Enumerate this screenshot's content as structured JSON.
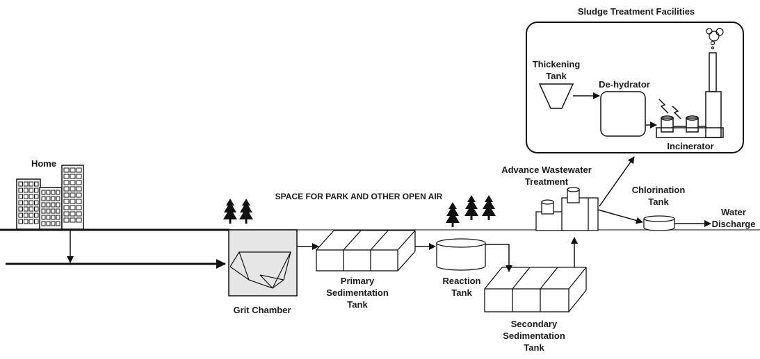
{
  "labels": {
    "sludge_title": "Sludge Treatment Facilities",
    "thickening_line1": "Thickening",
    "thickening_line2": "Tank",
    "dehydrator": "De-hydrator",
    "incinerator": "Incinerator",
    "home": "Home",
    "park": "SPACE FOR PARK AND OTHER OPEN AIR",
    "advance_line1": "Advance Wastewater",
    "advance_line2": "Treatment",
    "chlorination_line1": "Chlorination",
    "chlorination_line2": "Tank",
    "water_line1": "Water",
    "water_line2": "Discharge",
    "grit": "Grit Chamber",
    "primary_line1": "Primary",
    "primary_line2": "Sedimentation",
    "primary_line3": "Tank",
    "reaction_line1": "Reaction",
    "reaction_line2": "Tank",
    "secondary_line1": "Secondary",
    "secondary_line2": "Sedimentation",
    "secondary_line3": "Tank"
  },
  "colors": {
    "line": "#111111",
    "grit_fill": "#e6e6e6",
    "background": "#ffffff"
  },
  "icons": [
    "building-icon",
    "tree-icon",
    "smoke-icon",
    "lightning-icon",
    "chimney-icon"
  ]
}
